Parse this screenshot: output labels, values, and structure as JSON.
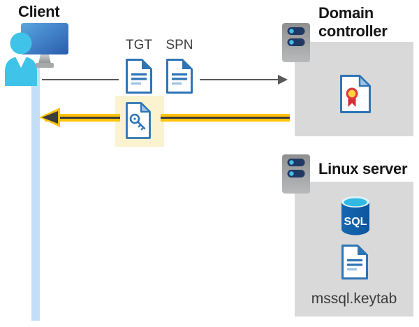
{
  "diagram": {
    "client": {
      "label": "Client"
    },
    "tickets": {
      "tgt_label": "TGT",
      "spn_label": "SPN"
    },
    "domain_controller": {
      "label": "Domain controller"
    },
    "linux_server": {
      "label": "Linux server",
      "sql_badge": "SQL",
      "keytab_label": "mssql.keytab"
    }
  },
  "icons": [
    "client-computer-icon",
    "person-icon",
    "server-icon",
    "tgt-document-icon",
    "spn-document-icon",
    "key-ticket-document-icon",
    "certificate-icon",
    "sql-database-icon",
    "keytab-document-icon",
    "request-arrow",
    "response-arrow"
  ],
  "colors": {
    "doc_blue": "#2e75b6",
    "doc_light_blue": "#9dc3e6",
    "lifeline_blue": "#c5def8",
    "box_gray": "#d9d9d9",
    "highlight_yellow": "#fbf3cf",
    "arrow_yellow": "#ffc30b",
    "arrow_dark": "#3d3d3d",
    "request_gray": "#595959",
    "person_cyan": "#3fc3e8",
    "server_navy": "#1f3864",
    "sql_body_blue": "#1261ae",
    "sql_top_cyan": "#31b9e2",
    "cert_red": "#e13b40",
    "cert_gold": "#ffd43c"
  }
}
